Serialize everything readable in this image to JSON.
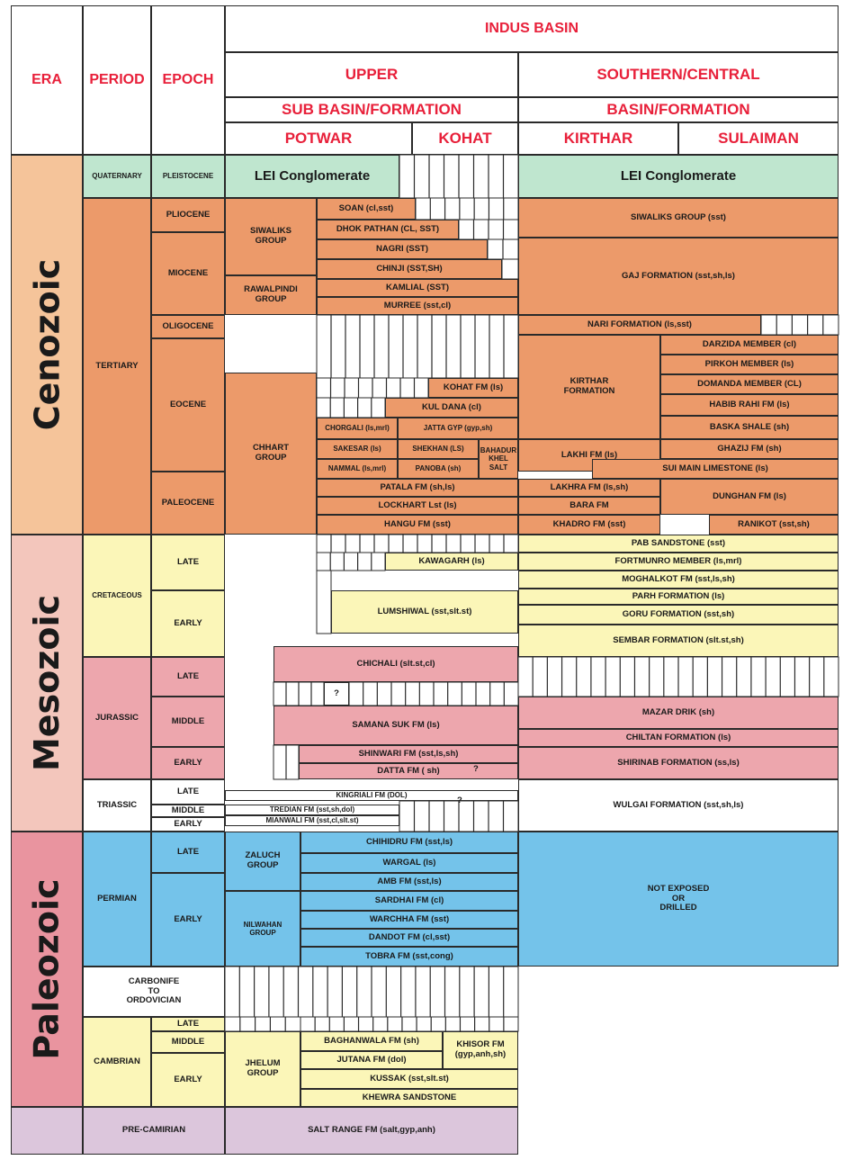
{
  "colors": {
    "header_red": "#e8203a",
    "cenozoic": "#f5c49a",
    "tertiary": "#ec9a6a",
    "quaternary": "#bfe6cf",
    "mesozoic": "#f3c6bc",
    "cretaceous": "#fbf6b8",
    "jurassic": "#eda6ad",
    "paleozoic": "#e9949f",
    "permian": "#74c3ea",
    "cambrian": "#fbf6b8",
    "precambrian": "#dcc6dc",
    "border": "#2a2a2a"
  },
  "header": {
    "era": "ERA",
    "period": "PERIOD",
    "epoch": "EPOCH",
    "indus_basin": "INDUS BASIN",
    "upper": "UPPER",
    "southern_central": "SOUTHERN/CENTRAL",
    "sub_basin_formation": "SUB BASIN/FORMATION",
    "basin_formation": "BASIN/FORMATION",
    "potwar": "POTWAR",
    "kohat": "KOHAT",
    "kirthar": "KIRTHAR",
    "sulaiman": "SULAIMAN"
  },
  "eras": {
    "cenozoic": "Cenozoic",
    "mesozoic": "Mesozoic",
    "paleozoic": "Paleozoic"
  },
  "periods": {
    "quaternary": "QUATERNARY",
    "tertiary": "TERTIARY",
    "cretaceous": "CRETACEOUS",
    "jurassic": "JURASSIC",
    "triassic": "TRIASSIC",
    "permian": "PERMIAN",
    "carbonife": "CARBONIFE\nTO\nORDOVICIAN",
    "cambrian": "CAMBRIAN",
    "precambrian": "PRE-CAMIRIAN"
  },
  "epochs": {
    "pleistocene": "PLEISTOCENE",
    "pliocene": "PLIOCENE",
    "miocene": "MIOCENE",
    "oligocene": "OLIGOCENE",
    "eocene": "EOCENE",
    "paleocene": "PALEOCENE",
    "cret_late": "LATE",
    "cret_early": "EARLY",
    "jur_late": "LATE",
    "jur_middle": "MIDDLE",
    "jur_early": "EARLY",
    "tri_late": "LATE",
    "tri_middle": "MIDDLE",
    "tri_early": "EARLY",
    "perm_late": "LATE",
    "perm_early": "EARLY",
    "cam_late": "LATE",
    "cam_middle": "MIDDLE",
    "cam_early": "EARLY"
  },
  "upper": {
    "lei_conglomerate": "LEI Conglomerate",
    "siwaliks_group": "SIWALIKS\nGROUP",
    "rawalpindi_group": "RAWALPINDI\nGROUP",
    "soan": "SOAN (cl,sst)",
    "dhok_pathan": "DHOK PATHAN (CL, SST)",
    "nagri": "NAGRI (SST)",
    "chinji": "CHINJI (SST,SH)",
    "kamlial": "KAMLIAL (SST)",
    "murree": "MURREE (sst,cl)",
    "kohat_fm": "KOHAT FM (ls)",
    "kul_dana": "KUL DANA (cl)",
    "chhart_group": "CHHART\nGROUP",
    "chorgali": "CHORGALI (ls,mrl)",
    "jatta_gyp": "JATTA GYP (gyp,sh)",
    "sakesar": "SAKESAR (ls)",
    "shekhan": "SHEKHAN (LS)",
    "bahadur": "BAHADUR\nKHEL SALT",
    "nammal": "NAMMAL (ls,mrl)",
    "panoba": "PANOBA (sh)",
    "patala": "PATALA FM (sh,ls)",
    "lockhart": "LOCKHART Lst (ls)",
    "hangu": "HANGU FM (sst)",
    "kawagarh": "KAWAGARH (ls)",
    "lumshiwal": "LUMSHIWAL (sst,slt.st)",
    "chichali": "CHICHALI (slt.st,cl)",
    "question1": "?",
    "samana_suk": "SAMANA SUK FM (ls)",
    "shinwari": "SHINWARI FM (sst,ls,sh)",
    "datta": "DATTA FM ( sh)",
    "question2": "?",
    "kingriali": "KINGRIALI FM (DOL)",
    "question3": "?",
    "tredian": "TREDIAN FM (sst,sh,dol)",
    "mianwali": "MIANWALI FM (sst,cl,slt.st)",
    "zaluch_group": "ZALUCH\nGROUP",
    "chihidru": "CHIHIDRU FM (sst,ls)",
    "wargal": "WARGAL (ls)",
    "amb": "AMB FM (sst,ls)",
    "nilwahan_group": "NILWAHAN\nGROUP",
    "sardhai": "SARDHAI FM (cl)",
    "warchha": "WARCHHA FM (sst)",
    "dandot": "DANDOT FM (cl,sst)",
    "tobra": "TOBRA FM (sst,cong)",
    "jhelum_group": "JHELUM\nGROUP",
    "baghanwala": "BAGHANWALA FM (sh)",
    "khisor": "KHISOR FM\n(gyp,anh,sh)",
    "jutana": "JUTANA FM (dol)",
    "kussak": "KUSSAK (sst,slt.st)",
    "khewra": "KHEWRA SANDSTONE",
    "salt_range": "SALT RANGE FM (salt,gyp,anh)"
  },
  "southern": {
    "lei_conglomerate": "LEI Conglomerate",
    "siwaliks_group": "SIWALIKS GROUP (sst)",
    "gaj": "GAJ FORMATION (sst,sh,ls)",
    "nari": "NARI FORMATION (ls,sst)",
    "kirthar_formation": "KIRTHAR\nFORMATION",
    "darzida": "DARZIDA MEMBER (cl)",
    "pirkoh": "PIRKOH MEMBER (ls)",
    "domanda": "DOMANDA MEMBER (CL)",
    "habib_rahi": "HABIB RAHI FM (ls)",
    "baska": "BASKA SHALE (sh)",
    "ghazij": "GHAZIJ FM (sh)",
    "lakhi": "LAKHI FM (ls)",
    "sui_main": "SUI MAIN LIMESTONE (ls)",
    "lakhra": "LAKHRA FM (ls,sh)",
    "dunghan": "DUNGHAN FM (ls)",
    "bara": "BARA FM",
    "khadro": "KHADRO FM (sst)",
    "ranikot": "RANIKOT (sst,sh)",
    "pab": "PAB SANDSTONE (sst)",
    "fortmunro": "FORTMUNRO MEMBER (ls,mrl)",
    "moghalkot": "MOGHALKOT FM (sst,ls,sh)",
    "parh": "PARH FORMATION (ls)",
    "goru": "GORU FORMATION (sst,sh)",
    "sembar": "SEMBAR FORMATION (slt.st,sh)",
    "mazar_drik": "MAZAR DRIK (sh)",
    "chiltan": "CHILTAN FORMATION (ls)",
    "shirinab": "SHIRINAB FORMATION (ss,ls)",
    "wulgai": "WULGAI FORMATION (sst,sh,ls)",
    "not_exposed": "NOT EXPOSED\nOR\nDRILLED"
  }
}
